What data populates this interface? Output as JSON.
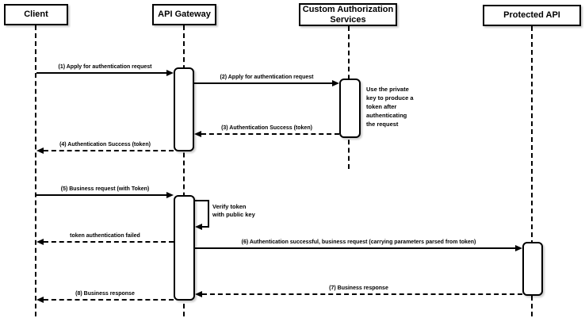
{
  "actors": [
    {
      "id": "client",
      "label": "Client"
    },
    {
      "id": "api-gateway",
      "label": "API Gateway"
    },
    {
      "id": "custom-authorization-services",
      "label": "Custom Authorization\nServices"
    },
    {
      "id": "protected-api",
      "label": "Protected API"
    }
  ],
  "messages": [
    {
      "text": "(1) Apply for authentication request",
      "from": "Client",
      "to": "API Gateway",
      "style": "solid"
    },
    {
      "text": "(2) Apply for authentication request",
      "from": "API Gateway",
      "to": "Custom Authorization Services",
      "style": "solid"
    },
    {
      "text": "(3) Authentication Success (token)",
      "from": "Custom Authorization Services",
      "to": "API Gateway",
      "style": "dashed"
    },
    {
      "text": "(4) Authentication Success (token)",
      "from": "API Gateway",
      "to": "Client",
      "style": "dashed"
    },
    {
      "text": "(5) Business request (with Token)",
      "from": "Client",
      "to": "API Gateway",
      "style": "solid"
    },
    {
      "text": "token authentication failed",
      "from": "API Gateway",
      "to": "Client",
      "style": "dashed"
    },
    {
      "text": "(6) Authentication successful, business request (carrying parameters parsed from token)",
      "from": "API Gateway",
      "to": "Protected API",
      "style": "solid"
    },
    {
      "text": "(7) Business response",
      "from": "Protected API",
      "to": "API Gateway",
      "style": "dashed"
    },
    {
      "text": "(8) Business response",
      "from": "API Gateway",
      "to": "Client",
      "style": "dashed"
    }
  ],
  "self_message": {
    "text": "Verify token\nwith public key",
    "actor": "API Gateway"
  },
  "note": {
    "text": "Use the private\nkey to produce a\ntoken after\nauthenticating\nthe request",
    "actor": "Custom Authorization Services"
  },
  "colors": {
    "stroke": "#000000",
    "fill": "#ffffff",
    "background": "#ffffff",
    "text": "#000000"
  }
}
